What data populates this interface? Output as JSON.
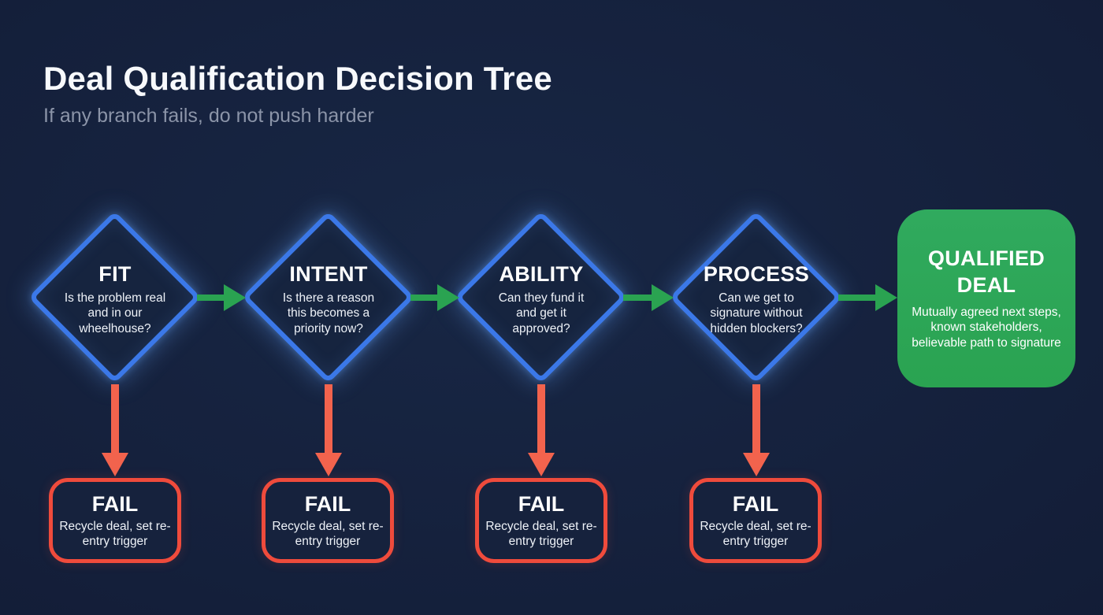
{
  "header": {
    "title": "Deal Qualification Decision Tree",
    "subtitle": "If any branch fails, do not push harder"
  },
  "diamonds": [
    {
      "label": "FIT",
      "question": "Is the problem real and in our wheelhouse?"
    },
    {
      "label": "INTENT",
      "question": "Is there a reason this becomes a priority now?"
    },
    {
      "label": "ABILITY",
      "question": "Can they fund it and get it approved?"
    },
    {
      "label": "PROCESS",
      "question": "Can we get to signature without hidden blockers?"
    }
  ],
  "fails": [
    {
      "label": "FAIL",
      "description": "Recycle deal, set re-entry trigger"
    },
    {
      "label": "FAIL",
      "description": "Recycle deal, set re-entry trigger"
    },
    {
      "label": "FAIL",
      "description": "Recycle deal, set re-entry trigger"
    },
    {
      "label": "FAIL",
      "description": "Recycle deal, set re-entry trigger"
    }
  ],
  "success": {
    "title": "QUALIFIED DEAL",
    "description": "Mutually agreed next steps, known stakeholders, believable path to signature"
  },
  "colors": {
    "bg": "#141f3a",
    "blue": "#3b78e8",
    "green": "#2aa351",
    "red": "#ef4b3c",
    "arrow_red": "#f2634d",
    "title": "#f7f9fc",
    "muted": "#8b94a8",
    "text": "#eef2f8"
  }
}
